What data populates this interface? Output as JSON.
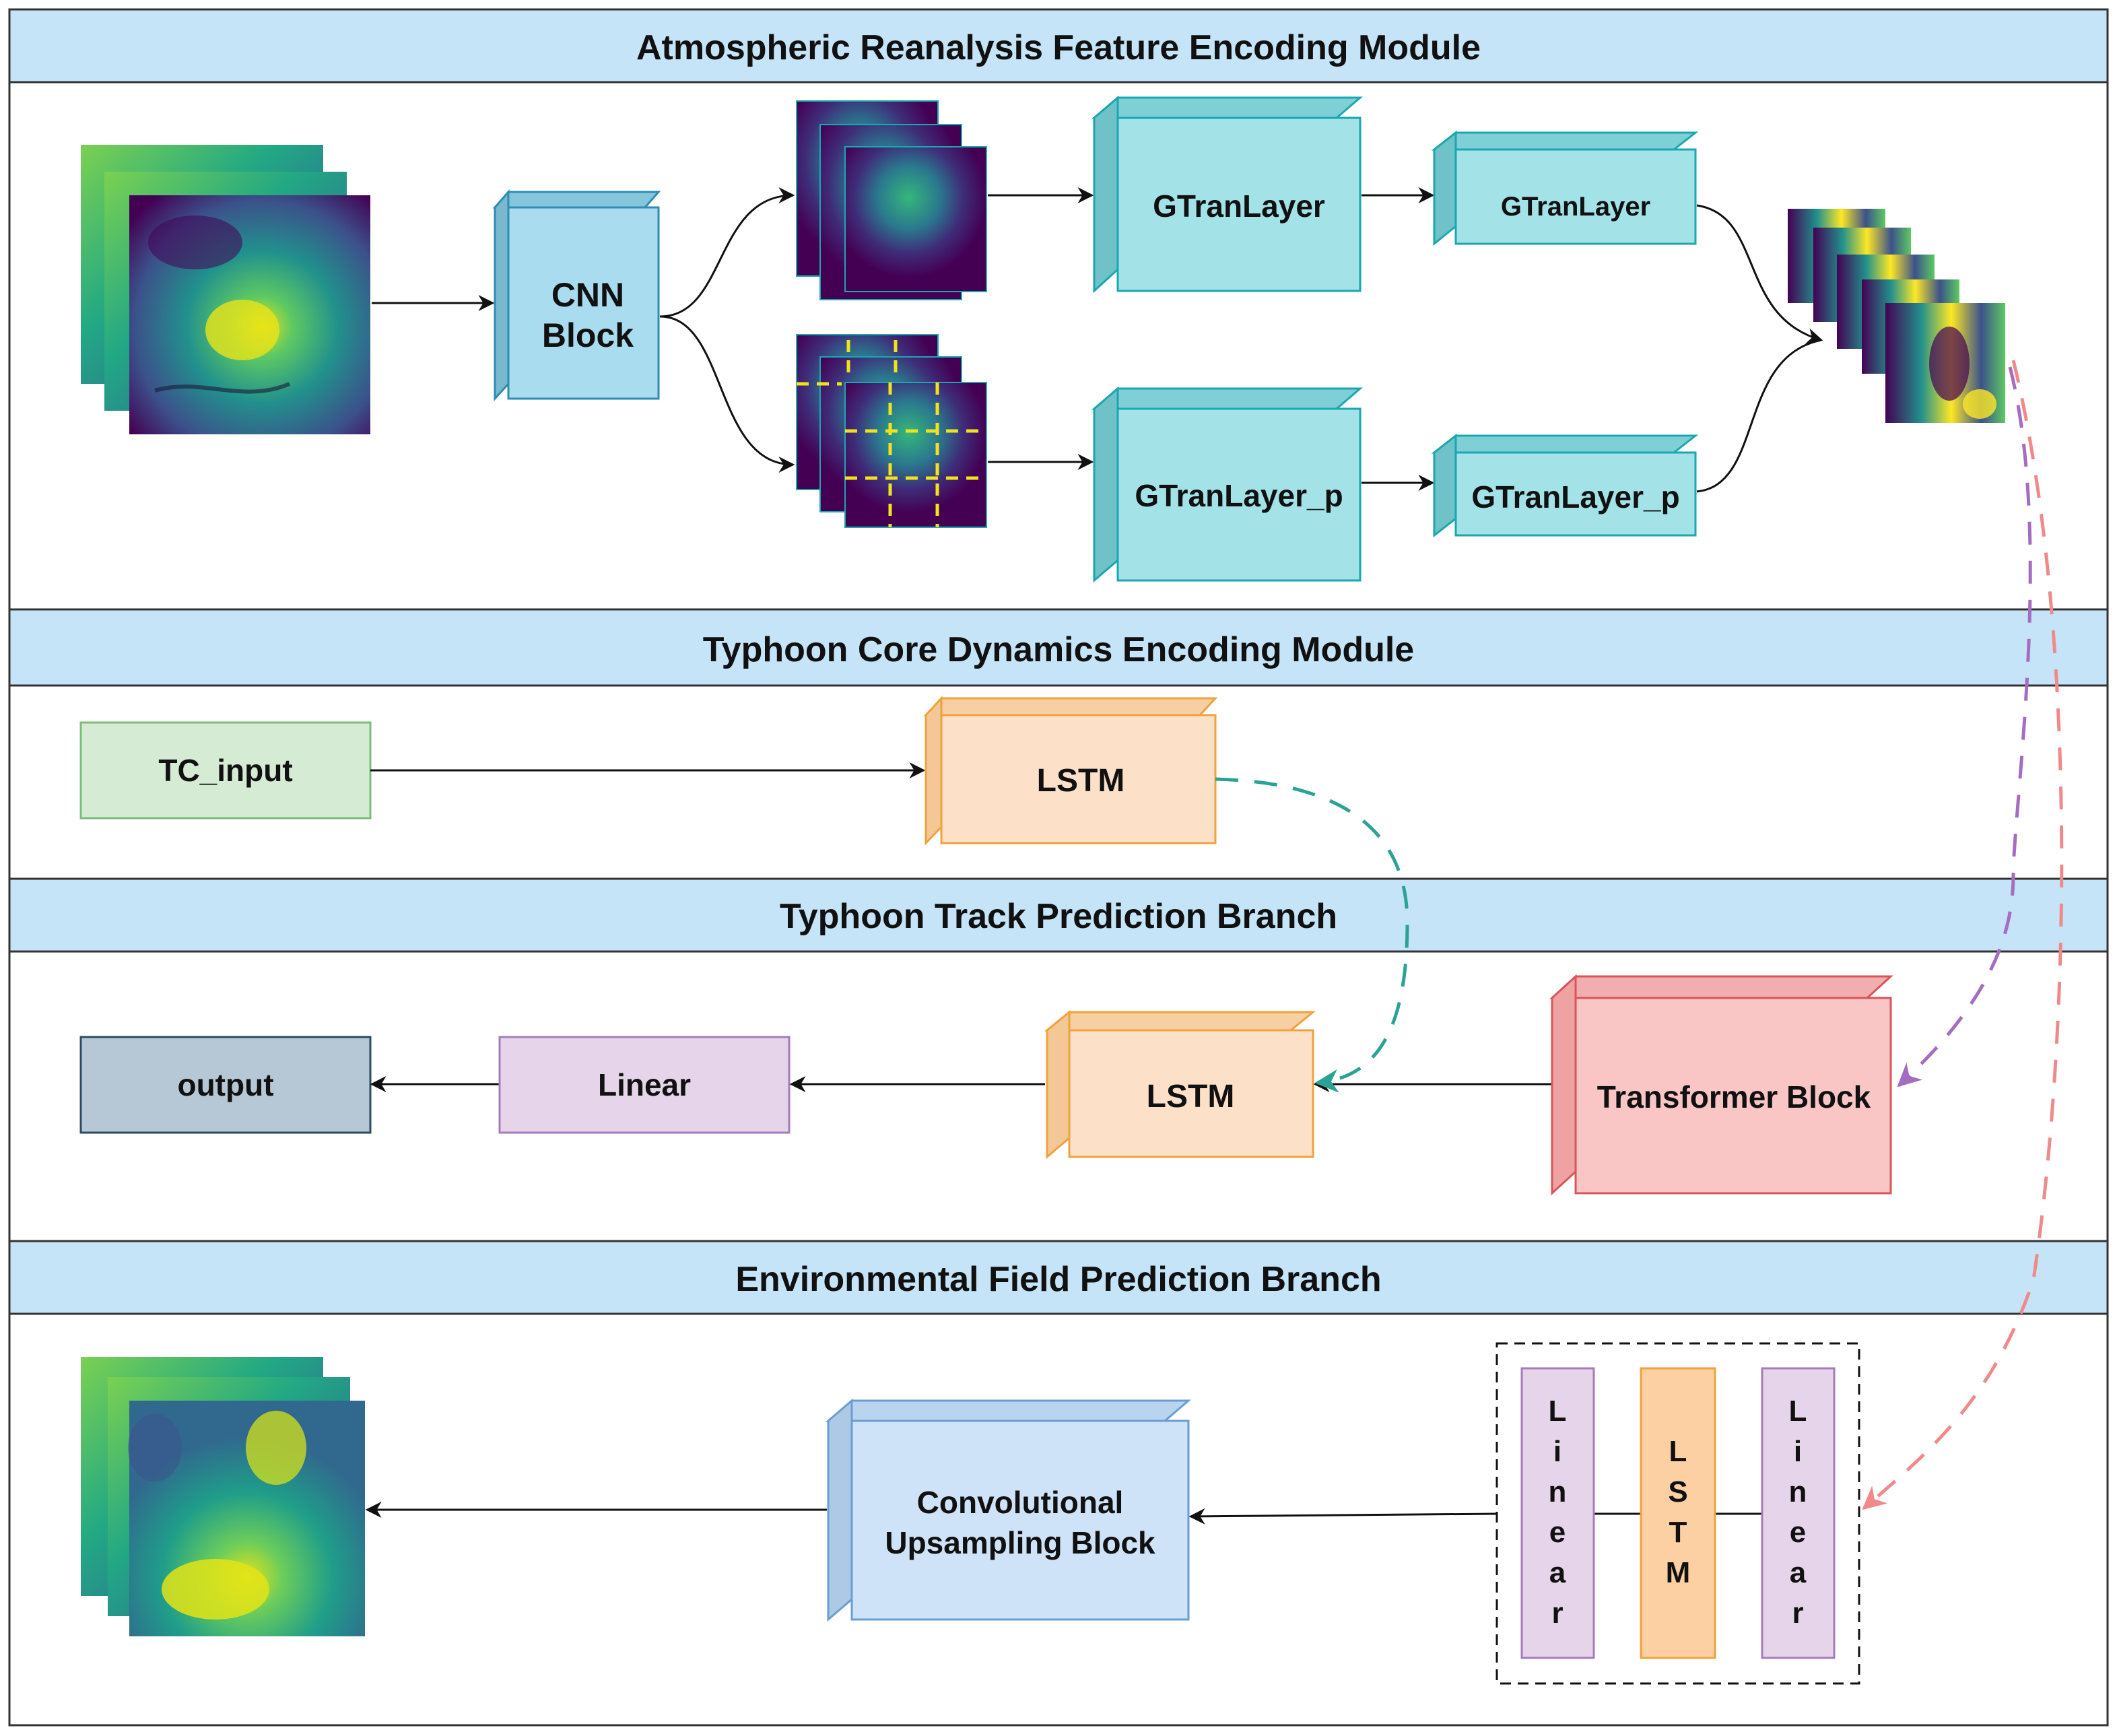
{
  "sections": {
    "s1": {
      "title": "Atmospheric Reanalysis Feature Encoding Module"
    },
    "s2": {
      "title": "Typhoon Core Dynamics Encoding Module"
    },
    "s3": {
      "title": "Typhoon Track Prediction Branch"
    },
    "s4": {
      "title": "Environmental Field Prediction Branch"
    }
  },
  "blocks": {
    "cnn": {
      "line1": "CNN",
      "line2": "Block"
    },
    "gtran1": "GTranLayer",
    "gtran2": "GTranLayer",
    "gtranp1": "GTranLayer_p",
    "gtranp2": "GTranLayer_p",
    "tc_input": "TC_input",
    "lstm_core": "LSTM",
    "transformer": "Transformer Block",
    "lstm_track": "LSTM",
    "linear": "Linear",
    "output": "output",
    "conv_up": {
      "line1": "Convolutional",
      "line2": "Upsampling Block"
    },
    "stack": {
      "linear_left": "Linear",
      "lstm": "LSTM",
      "linear_right": "Linear"
    }
  },
  "colors": {
    "header_fill": "#c5e4f8",
    "teal": "#a3e3e8",
    "teal_border": "#1aa7b0",
    "cnn": "#a8dcee",
    "green": "#d5ebd4",
    "orange": "#fce1c8",
    "orange_border": "#f0a23c",
    "red": "#f9c5c5",
    "red_border": "#d9545b",
    "purple": "#e6d5ea",
    "purple_border": "#a67cb8",
    "slate": "#b6c8d6",
    "conv": "#cfe3f8",
    "teal_dash": "#2aa394",
    "purple_dash": "#a56dc2",
    "pink_dash": "#f08a8a"
  }
}
